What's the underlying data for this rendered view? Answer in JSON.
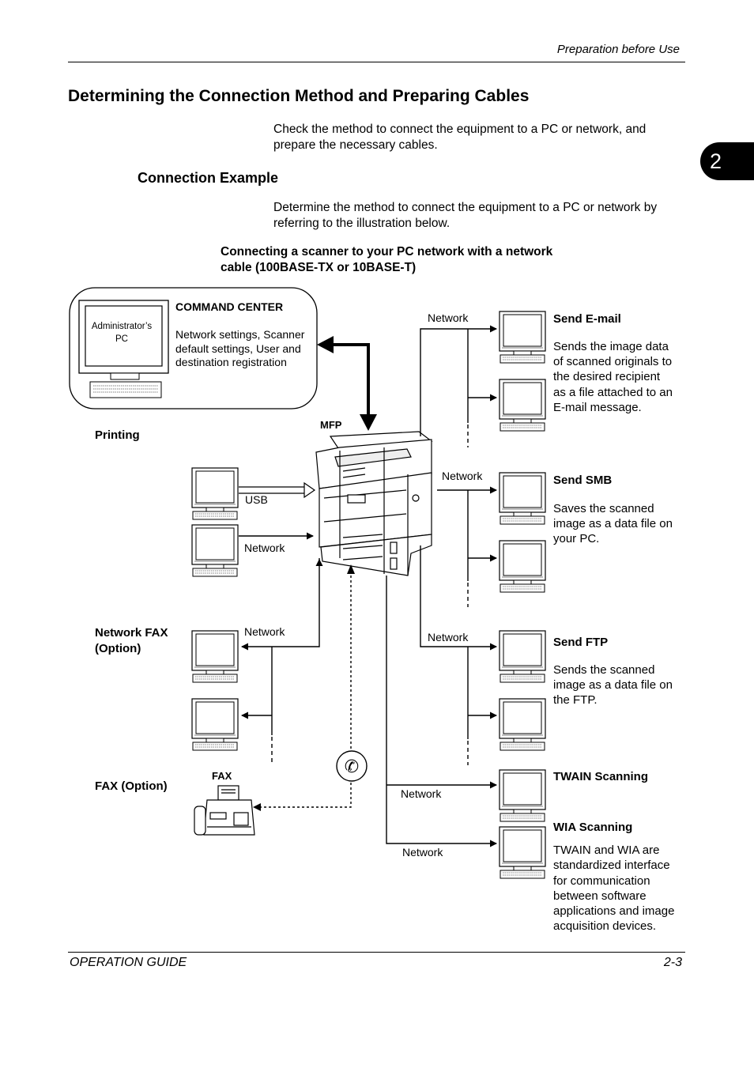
{
  "header": {
    "section": "Preparation before Use"
  },
  "chapter_tab": "2",
  "page": {
    "title": "Determining the Connection Method and Preparing Cables",
    "intro": [
      "Check the method to connect the equipment to a PC or network, and",
      "prepare the necessary cables."
    ],
    "subtitle": "Connection Example",
    "subintro": [
      "Determine the method to connect the equipment to a PC or network by",
      "referring to the illustration below."
    ],
    "caption": [
      "Connecting a scanner to your PC network with a network",
      "cable (100BASE-TX or 10BASE-T)"
    ]
  },
  "diagram": {
    "admin_pc": [
      "Administrator’s",
      "PC"
    ],
    "command_center": "COMMAND CENTER",
    "command_center_desc": [
      "Network settings, Scanner",
      "default settings, User and",
      "destination registration"
    ],
    "mfp": "MFP",
    "printing": "Printing",
    "usb": "USB",
    "network": "Network",
    "network_fax": [
      "Network FAX",
      "(Option)"
    ],
    "fax_option": "FAX (Option)",
    "fax": "FAX",
    "send_email": "Send E-mail",
    "send_email_desc": [
      "Sends the image data",
      "of scanned originals to",
      "the desired recipient",
      "as a file attached to an",
      "E-mail message."
    ],
    "send_smb": "Send SMB",
    "send_smb_desc": [
      "Saves the scanned",
      "image as a data file on",
      "your PC."
    ],
    "send_ftp": "Send FTP",
    "send_ftp_desc": [
      "Sends the scanned",
      "image as a data file on",
      "the FTP."
    ],
    "twain": "TWAIN Scanning",
    "wia": "WIA Scanning",
    "wia_desc": [
      "TWAIN and WIA are",
      "standardized interface",
      "for communication",
      "between software",
      "applications and image",
      "acquisition devices."
    ]
  },
  "footer": {
    "left": "OPERATION GUIDE",
    "right": "2-3"
  }
}
